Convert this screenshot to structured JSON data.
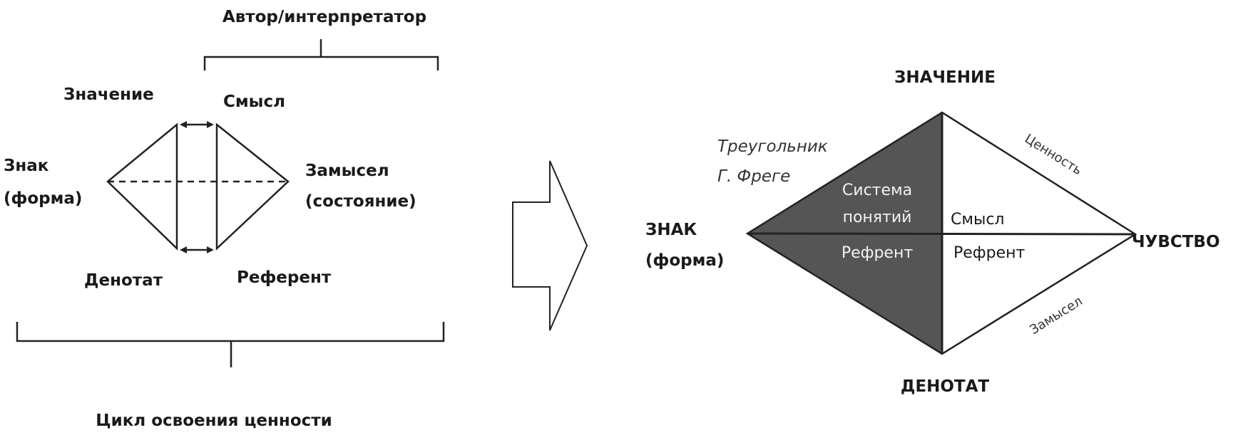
{
  "left": {
    "author_label": "Автор/интерпретатор",
    "meaning": "Значение",
    "sense": "Смысл",
    "sign_line1": "Знак",
    "sign_line2": "(форма)",
    "intent_line1": "Замысел",
    "intent_line2": "(состояние)",
    "denotat": "Денотат",
    "referent": "Референт",
    "cycle_label": "Цикл освоения ценности"
  },
  "right": {
    "top": "ЗНАЧЕНИЕ",
    "bottom": "ДЕНОТАТ",
    "left_line1": "ЗНАК",
    "left_line2": "(форма)",
    "right": "ЧУВСТВО",
    "frege_line1": "Треугольник",
    "frege_line2": "Г. Фреге",
    "system_line1": "Система",
    "system_line2": "понятий",
    "refrent_dark": "Рефрент",
    "sense": "Смысл",
    "refrent_light": "Рефрент",
    "value_edge": "Ценность",
    "intent_edge": "Замысел"
  },
  "colors": {
    "shade": "#555555"
  }
}
